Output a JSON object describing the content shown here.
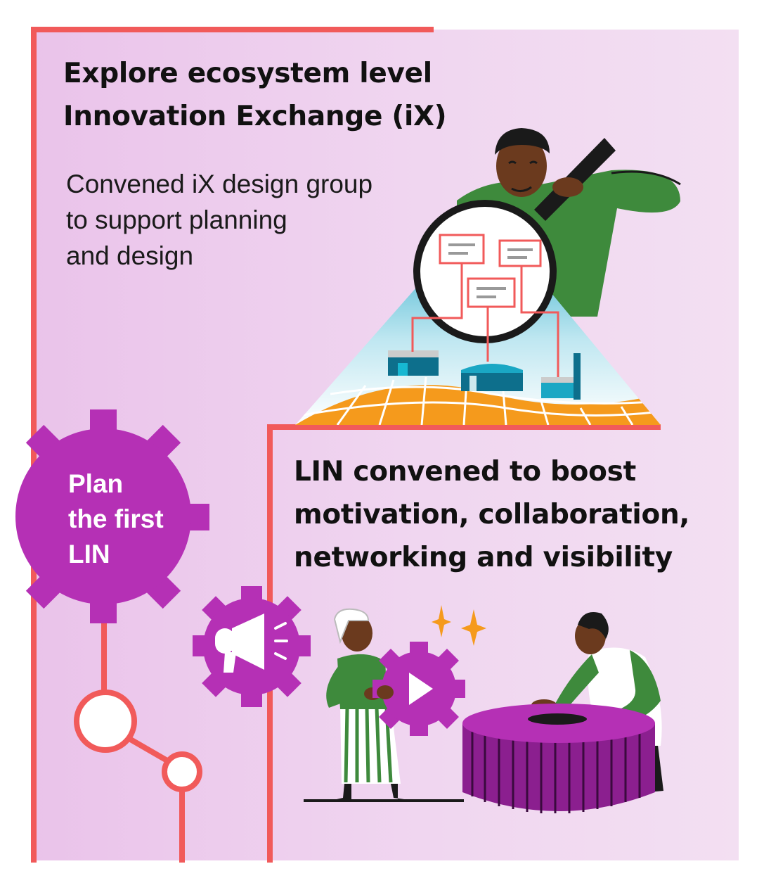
{
  "section_ix": {
    "title": "Explore ecosystem level\nInnovation Exchange (iX)",
    "body": "Convened iX design group\nto support planning\nand design"
  },
  "gear": {
    "label": "Plan\nthe first\nLIN"
  },
  "section_lin": {
    "title": "LIN convened to boost\nmotivation, collaboration,\nnetworking and visibility"
  },
  "colors": {
    "accent_line": "#f15a5a",
    "gear_purple": "#b530b5",
    "background": "#ecc8ec",
    "green": "#3e8a3c",
    "orange": "#f59a1c",
    "teal": "#1aa7c4",
    "table_purple": "#8b1f8f"
  },
  "icons": [
    "gear-icon",
    "megaphone-icon",
    "play-icon",
    "magnifier-icon",
    "sparkle-icon",
    "org-chart-icon"
  ]
}
